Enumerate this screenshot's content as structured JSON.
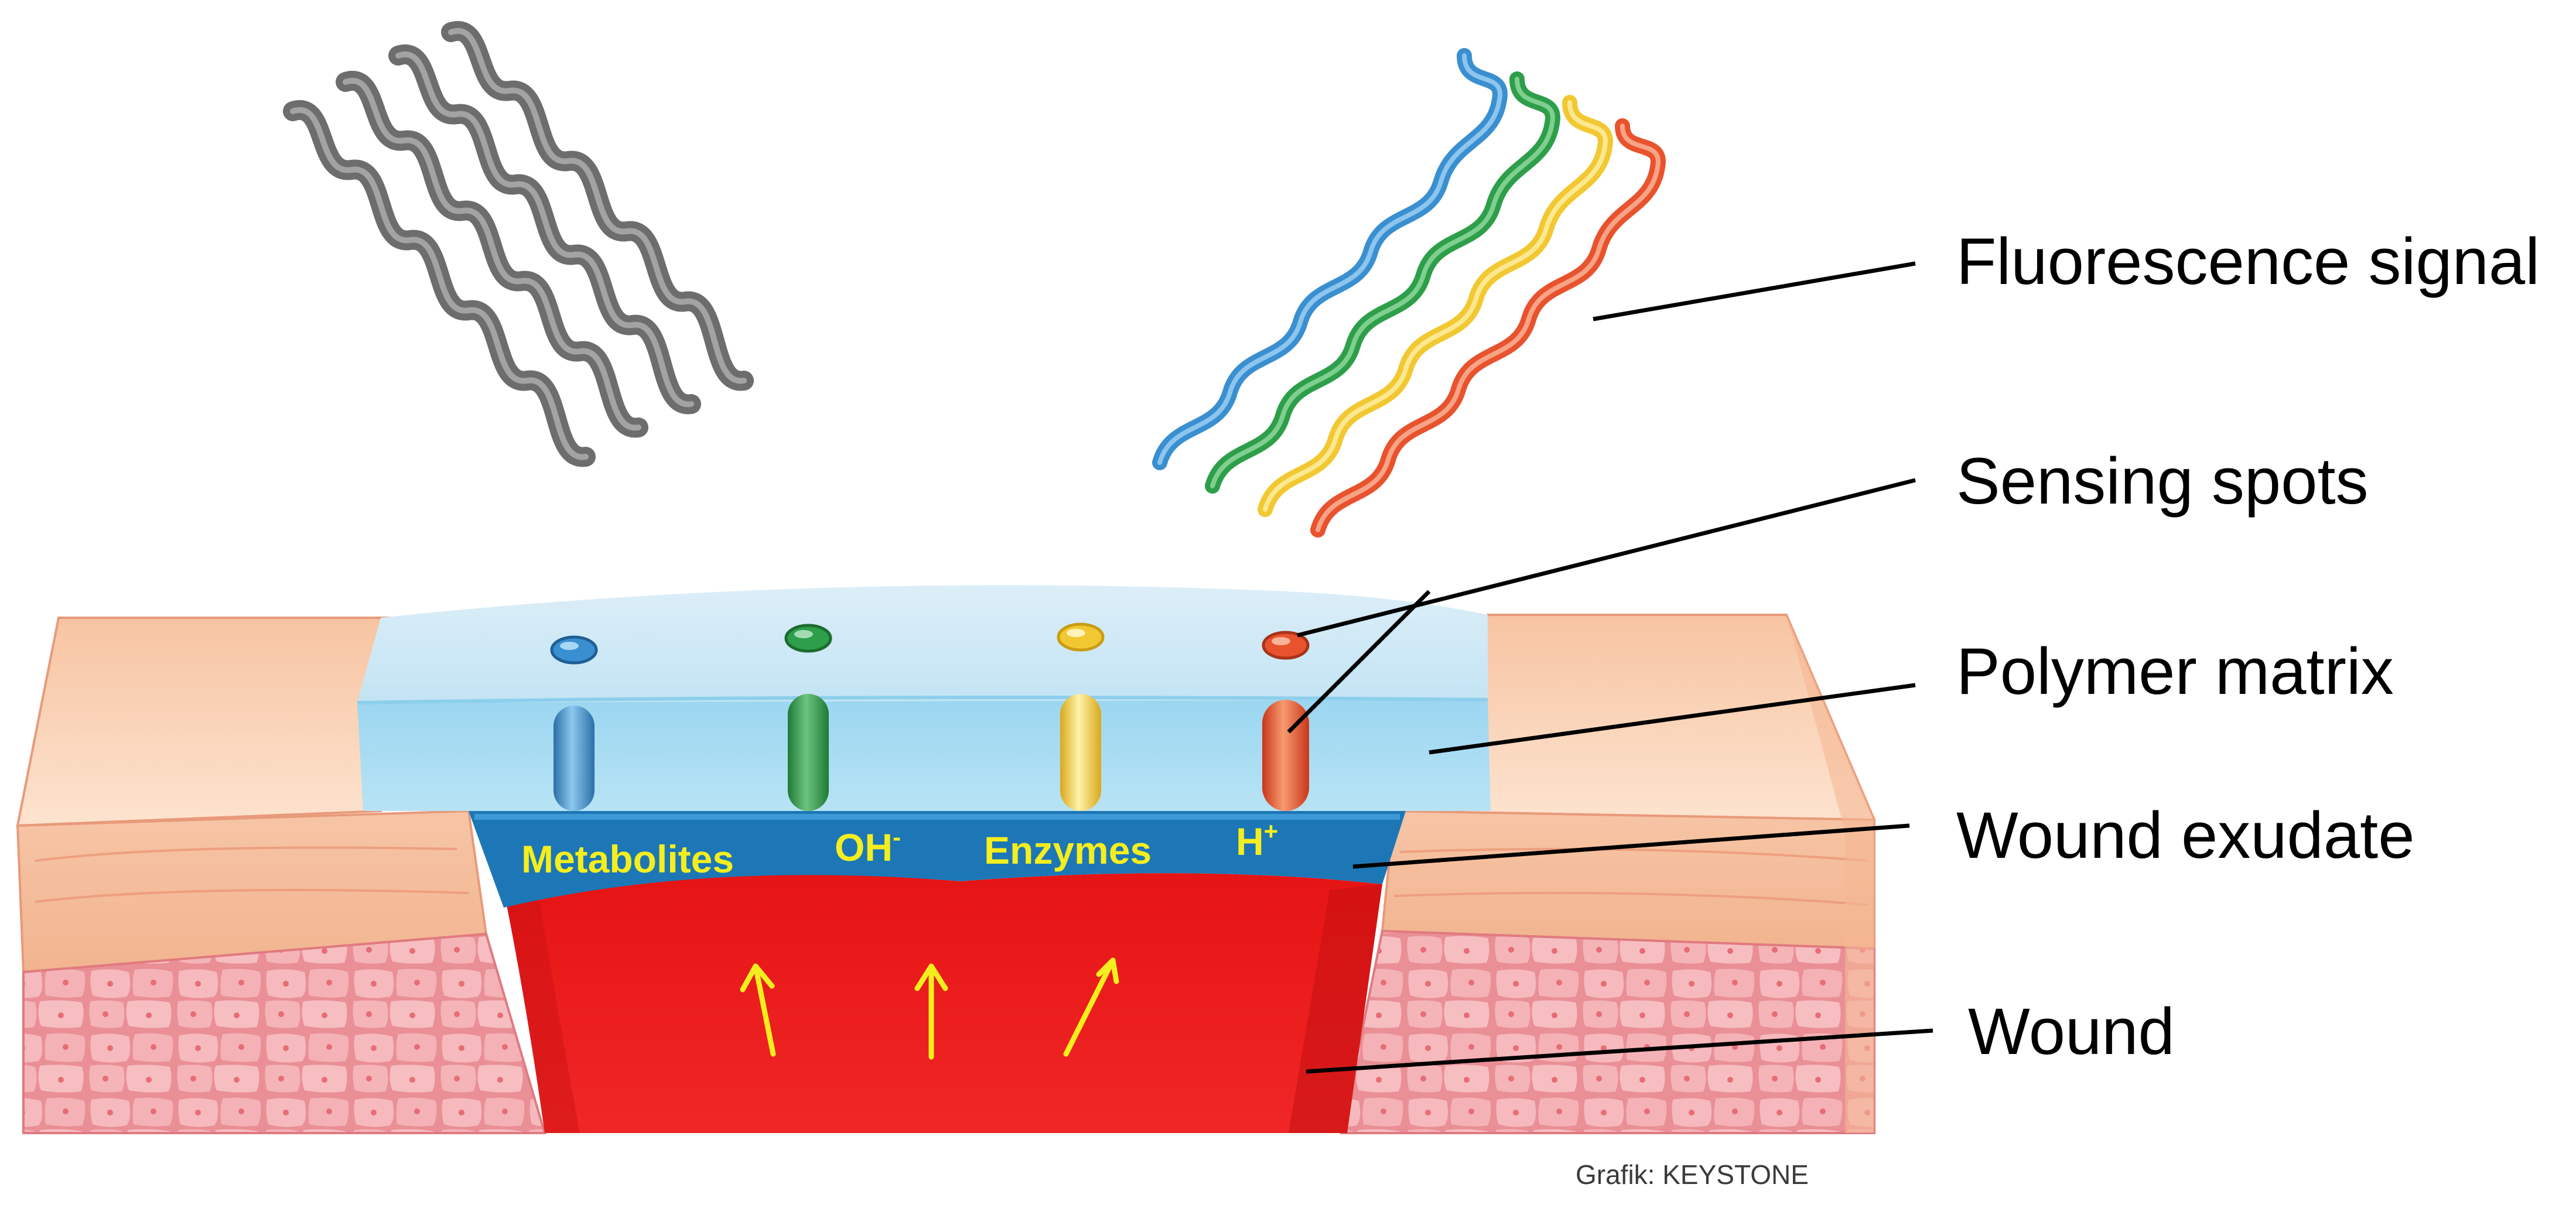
{
  "labels": {
    "fluorescence_signal": "Fluorescence signal",
    "sensing_spots": "Sensing spots",
    "polymer_matrix": "Polymer matrix",
    "wound_exudate": "Wound exudate",
    "wound": "Wound"
  },
  "ions": {
    "metabolites": "Metabolites",
    "oh": "OH",
    "oh_sup": "-",
    "enzymes": "Enzymes",
    "h": "H",
    "h_sup": "+"
  },
  "credit": "Grafik: KEYSTONE",
  "colors": {
    "sensor_blue": "#3a8fd0",
    "sensor_green": "#2e9e4a",
    "sensor_yellow": "#f2c832",
    "sensor_red": "#e8532e",
    "excitation_wave": "#7a7a7a",
    "wound": "#ea1c1c",
    "exudate": "#1d77b6",
    "polymer": "#a9dcf2",
    "skin": "#f8cfb0",
    "tissue_cells": "#f2a9ad",
    "ion_text": "#f5ee1e",
    "arrow": "#f5ee1e"
  }
}
